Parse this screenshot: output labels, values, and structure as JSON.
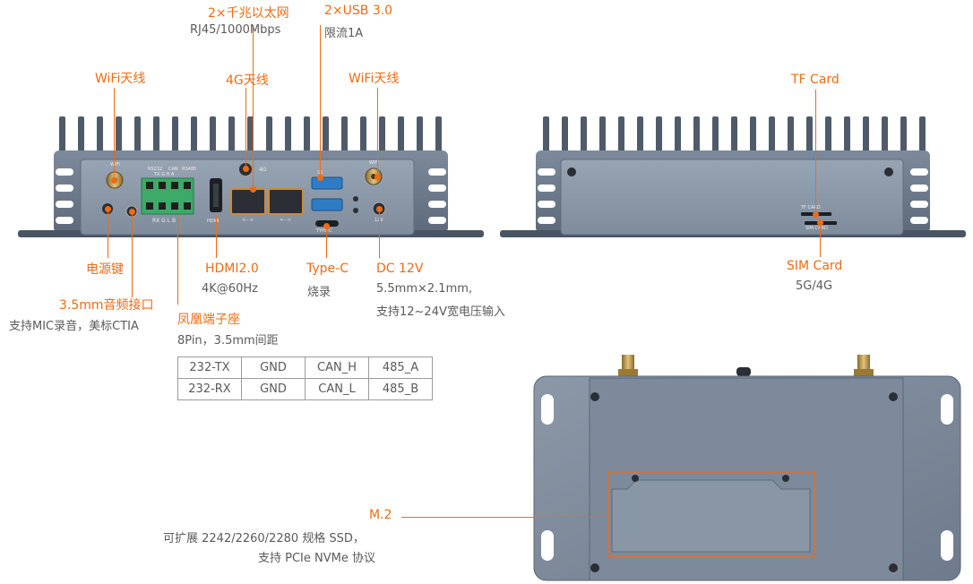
{
  "labels": {
    "lan_title": "2×千兆以太网",
    "lan_sub": "RJ45/1000Mbps",
    "usb_title": "2×USB 3.0",
    "usb_sub": "限流1A",
    "wifi_left": "WiFi天线",
    "ant_4g": "4G天线",
    "wifi_right": "WiFi天线",
    "tf_card": "TF Card",
    "power_key": "电源键",
    "hdmi_title": "HDMI2.0",
    "hdmi_sub": "4K@60Hz",
    "typec_title": "Type-C",
    "typec_sub": "烧录",
    "dc_title": "DC 12V",
    "dc_sub1": "5.5mm×2.1mm,",
    "dc_sub2": "支持12~24V宽电压输入",
    "audio_title": "3.5mm音频接口",
    "audio_sub": "支持MIC录音，美标CTIA",
    "phoenix_title": "凤凰端子座",
    "phoenix_sub": "8Pin，3.5mm间距",
    "sim_title": "SIM Card",
    "sim_sub": "5G/4G",
    "m2_title": "M.2",
    "m2_sub1": "可扩展 2242/2260/2280 规格 SSD，",
    "m2_sub2": "支持 PCIe NVMe 协议"
  },
  "pin_table": [
    [
      "232-TX",
      "GND",
      "CAN_H",
      "485_A"
    ],
    [
      "232-RX",
      "GND",
      "CAN_L",
      "485_B"
    ]
  ],
  "panel_silk": {
    "wifi": "WIFI",
    "rs232": "RS232",
    "can": "CAN",
    "rs485": "RS485",
    "pins_top": "TX G H A",
    "pins_bottom": "RX G L B",
    "hdmi": "HDMI",
    "ant4g": "4G",
    "ss": "SS",
    "lan": "<···>",
    "typec": "TYPE-C",
    "dc": "12V",
    "tf": "TF CARD",
    "sim": "SIM CARD"
  },
  "colors": {
    "accent": "#ef6b13",
    "caption": "#5a5a5a",
    "chassis": "#6f7d8e",
    "panel": "#8896a6",
    "terminal": "#3daa6a"
  }
}
